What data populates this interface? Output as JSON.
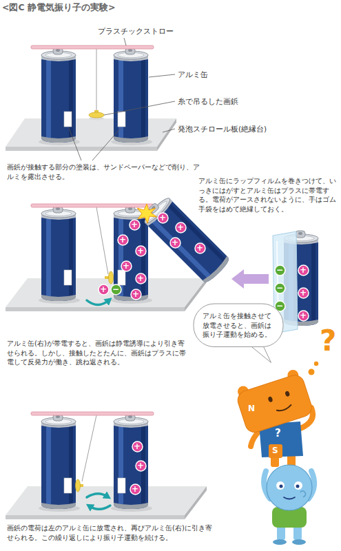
{
  "diagram": {
    "title": "<図C 静電気振り子の実験>",
    "nodes": [
      {
        "text": [
          "+"
        ]
      },
      {
        "text": [
          "+"
        ]
      },
      {
        "text": [
          "+"
        ]
      },
      {
        "text": [
          "+"
        ]
      },
      {
        "text": [
          "+"
        ]
      },
      {
        "text": [
          "+"
        ]
      },
      {
        "text": [
          "+"
        ]
      },
      {
        "text": [
          "+"
        ]
      },
      {
        "text": [
          "+"
        ]
      },
      {
        "text": [
          "+"
        ]
      },
      {
        "text": [
          "+"
        ]
      },
      {
        "text": [
          "−"
        ]
      },
      {
        "text": [
          "−"
        ]
      },
      {
        "text": [
          "−"
        ]
      },
      {
        "text": [
          "−"
        ]
      },
      {
        "text": [
          "+"
        ]
      },
      {
        "text": [
          "+"
        ]
      },
      {
        "text": [
          "+"
        ]
      },
      {
        "text": [
          "アルミ缶を接触させて放電させると、画鋲は振り子運動を始める。"
        ]
      },
      {
        "text": [
          "+"
        ]
      },
      {
        "text": [
          "+"
        ]
      },
      {
        "text": [
          "+"
        ]
      }
    ],
    "labels": [
      "プラスチックストロー",
      "アルミ缶",
      "糸で吊るした画鋲",
      "発泡スチロール板(絶縁台)",
      "画鋲が接触する部分の塗装は、サンドペーパーなどで削り、アルミを露出させる。",
      "アルミ缶にラップフィルムを巻きつけて、いっきにはがすとアルミ缶はプラスに帯電する。電荷がアースされないように、手はゴム手袋をはめて絶縁しておく。",
      "アルミ缶(右)が帯電すると、画鋲は静電誘導により引き寄せられる。しかし、接触したとたんに、画鋲はプラスに帯電して反発力が働き、跳ね返される。",
      "画鋲の電荷は左のアルミ缶に放電され、再びアルミ缶(右)に引き寄せられる。この繰り返しにより振り子運動を続ける。",
      "?",
      "N",
      "?",
      "S"
    ]
  }
}
